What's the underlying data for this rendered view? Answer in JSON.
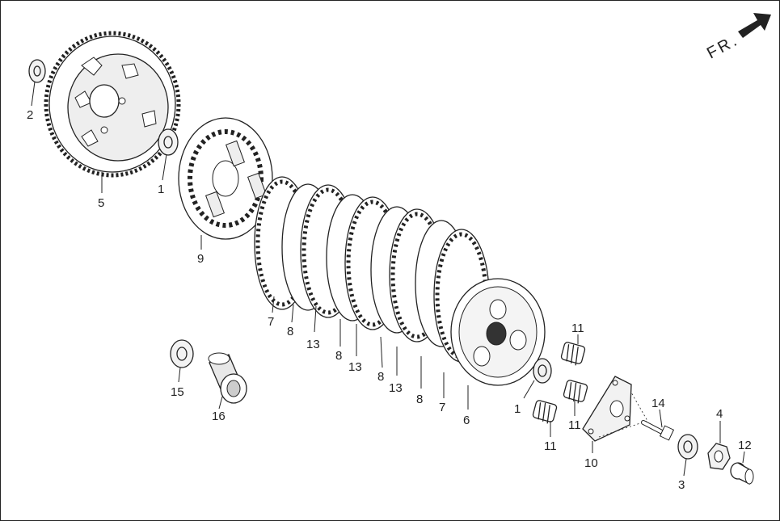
{
  "direction_label": "FR.",
  "callouts": [
    {
      "id": "c2",
      "text": "2"
    },
    {
      "id": "c5",
      "text": "5"
    },
    {
      "id": "c1a",
      "text": "1"
    },
    {
      "id": "c9",
      "text": "9"
    },
    {
      "id": "c7a",
      "text": "7"
    },
    {
      "id": "c8a",
      "text": "8"
    },
    {
      "id": "c13a",
      "text": "13"
    },
    {
      "id": "c8b",
      "text": "8"
    },
    {
      "id": "c13b",
      "text": "13"
    },
    {
      "id": "c8c",
      "text": "8"
    },
    {
      "id": "c13c",
      "text": "13"
    },
    {
      "id": "c8d",
      "text": "8"
    },
    {
      "id": "c7b",
      "text": "7"
    },
    {
      "id": "c6",
      "text": "6"
    },
    {
      "id": "c1b",
      "text": "1"
    },
    {
      "id": "c11a",
      "text": "11"
    },
    {
      "id": "c11b",
      "text": "11"
    },
    {
      "id": "c11c",
      "text": "11"
    },
    {
      "id": "c10",
      "text": "10"
    },
    {
      "id": "c14",
      "text": "14"
    },
    {
      "id": "c3",
      "text": "3"
    },
    {
      "id": "c4",
      "text": "4"
    },
    {
      "id": "c12",
      "text": "12"
    },
    {
      "id": "c15",
      "text": "15"
    },
    {
      "id": "c16",
      "text": "16"
    }
  ]
}
